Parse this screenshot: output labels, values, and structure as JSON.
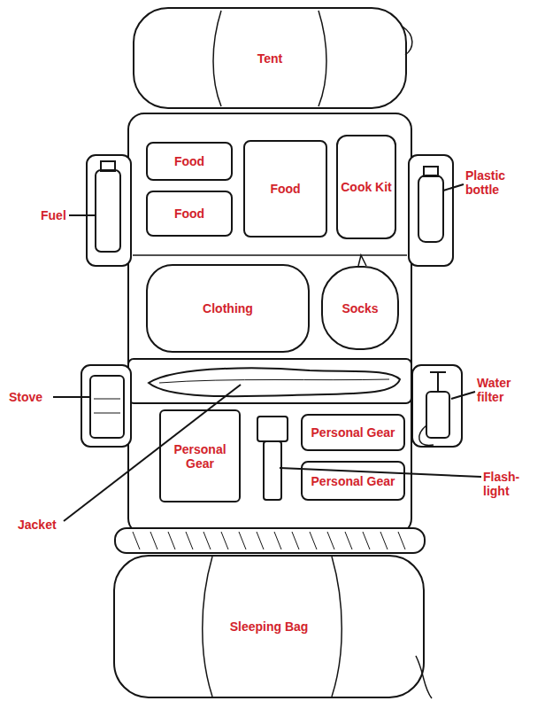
{
  "diagram": {
    "nodes": [
      {
        "text": [
          "Tent"
        ]
      },
      {
        "text": [
          "Food"
        ]
      },
      {
        "text": [
          "Food"
        ]
      },
      {
        "text": [
          "Cook Kit"
        ]
      },
      {
        "text": [
          "Food"
        ]
      },
      {
        "text": [
          "Clothing"
        ]
      },
      {
        "text": [
          "Socks"
        ]
      },
      {
        "text": [
          "Personal Gear"
        ]
      },
      {
        "text": [
          "Personal Gear"
        ]
      },
      {
        "text": [
          "Personal Gear"
        ]
      },
      {
        "text": [
          "Sleeping Bag"
        ]
      }
    ],
    "labels": [
      "Fuel",
      "Plastic bottle",
      "Stove",
      "Water filter",
      "Jacket",
      "Flash-light"
    ]
  }
}
